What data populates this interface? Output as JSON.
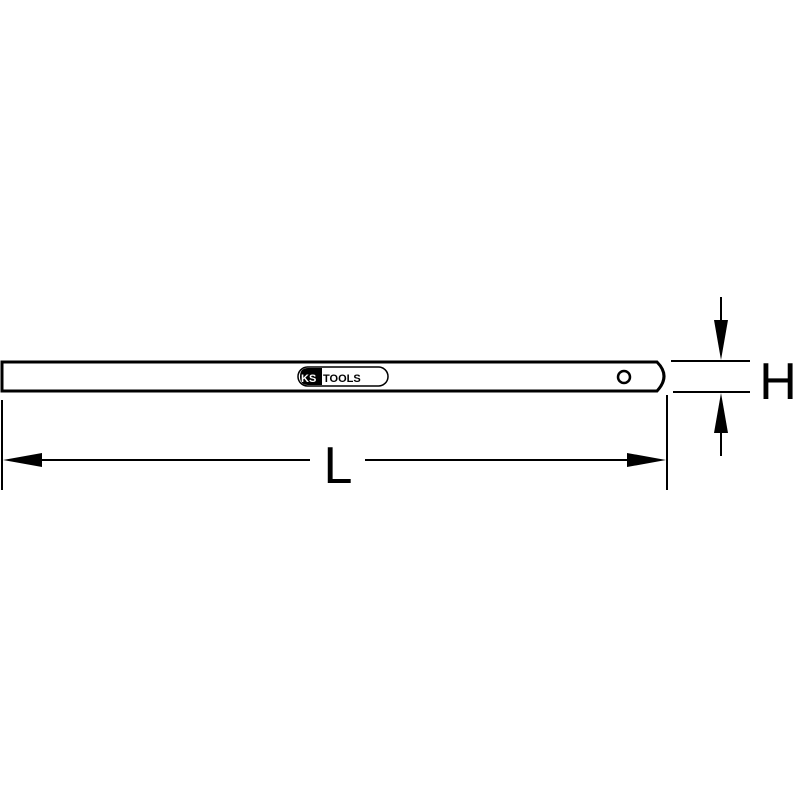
{
  "diagram": {
    "subject": "flat-bar-tool",
    "brand": {
      "logo_ks": "KS",
      "logo_tools": "TOOLS",
      "registered": "®"
    },
    "dimensions": {
      "length_label": "L",
      "height_label": "H"
    },
    "colors": {
      "line": "#000000",
      "background": "#ffffff"
    }
  }
}
